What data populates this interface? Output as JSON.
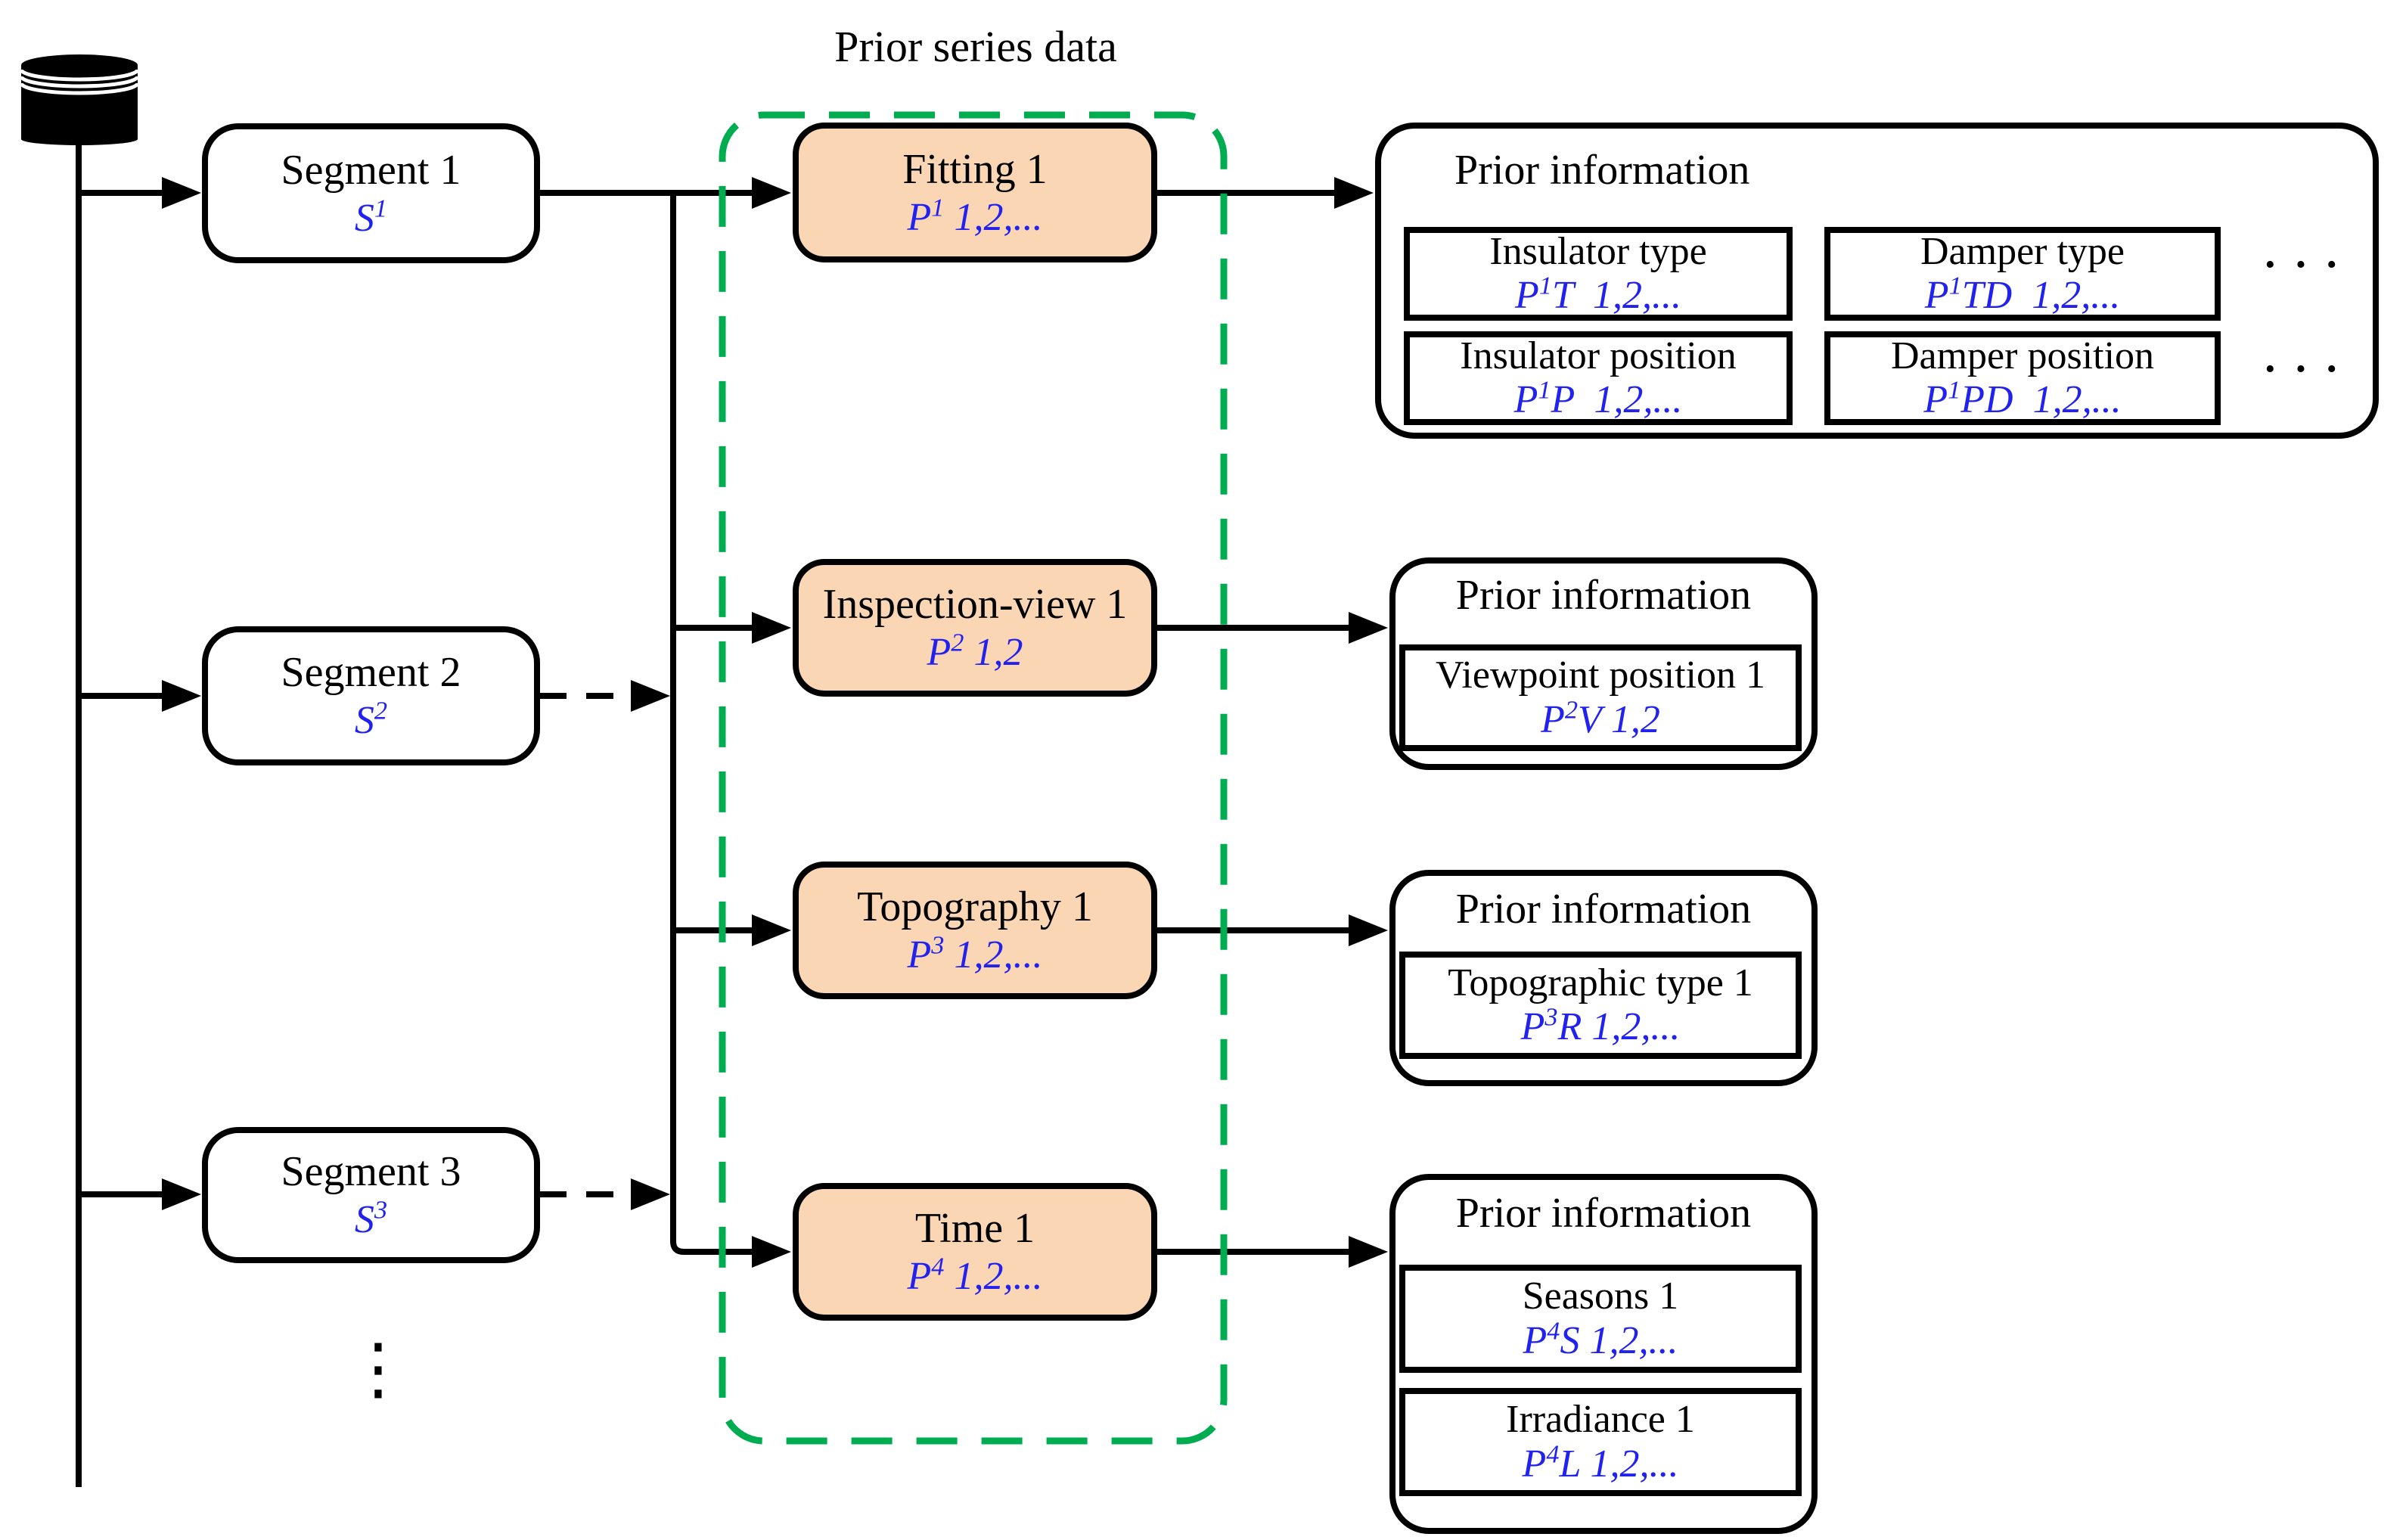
{
  "figure": {
    "series_group_label": "Prior series  data",
    "vertical_ellipsis": "⋮",
    "horizontal_ellipsis": "···"
  },
  "colors": {
    "line_black": "#000000",
    "math_blue": "#2222EE",
    "series_outline_green": "#00AC50",
    "series_node_fill_orange": "#FBD6B5",
    "background": "#FFFFFF"
  },
  "segments": [
    {
      "label": "Segment  1",
      "math": {
        "base": "S",
        "sup": "1",
        "rest": ""
      }
    },
    {
      "label": "Segment 2",
      "math": {
        "base": "S",
        "sup": "2",
        "rest": ""
      }
    },
    {
      "label": "Segment  3",
      "math": {
        "base": "S",
        "sup": "3",
        "rest": ""
      }
    }
  ],
  "series_nodes": [
    {
      "label": "Fitting 1",
      "math": {
        "base": "P",
        "sup": "1",
        "rest": " 1,2,..."
      }
    },
    {
      "label": "Inspection-view  1",
      "math": {
        "base": "P",
        "sup": "2",
        "rest": " 1,2"
      }
    },
    {
      "label": "Topography  1",
      "math": {
        "base": "P",
        "sup": "3",
        "rest": " 1,2,..."
      }
    },
    {
      "label": "Time 1",
      "math": {
        "base": "P",
        "sup": "4",
        "rest": " 1,2,..."
      }
    }
  ],
  "panels": [
    {
      "title": "Prior information",
      "items": [
        {
          "label": "Insulator type",
          "math": {
            "base": "P",
            "sup": "1",
            "rest": "T  1,2,..."
          }
        },
        {
          "label": "Damper type",
          "math": {
            "base": "P",
            "sup": "1",
            "rest": "TD  1,2,..."
          }
        },
        {
          "label": "Insulator position",
          "math": {
            "base": "P",
            "sup": "1",
            "rest": "P  1,2,..."
          }
        },
        {
          "label": "Damper position",
          "math": {
            "base": "P",
            "sup": "1",
            "rest": "PD  1,2,..."
          }
        }
      ]
    },
    {
      "title": "Prior information",
      "items": [
        {
          "label": "Viewpoint position 1",
          "math": {
            "base": "P",
            "sup": "2",
            "rest": "V 1,2"
          }
        }
      ]
    },
    {
      "title": "Prior information",
      "items": [
        {
          "label": "Topographic type 1",
          "math": {
            "base": "P",
            "sup": "3",
            "rest": "R 1,2,..."
          }
        }
      ]
    },
    {
      "title": "Prior information",
      "items": [
        {
          "label": "Seasons 1",
          "math": {
            "base": "P",
            "sup": "4",
            "rest": "S 1,2,..."
          }
        },
        {
          "label": "Irradiance 1",
          "math": {
            "base": "P",
            "sup": "4",
            "rest": "L 1,2,..."
          }
        }
      ]
    }
  ]
}
